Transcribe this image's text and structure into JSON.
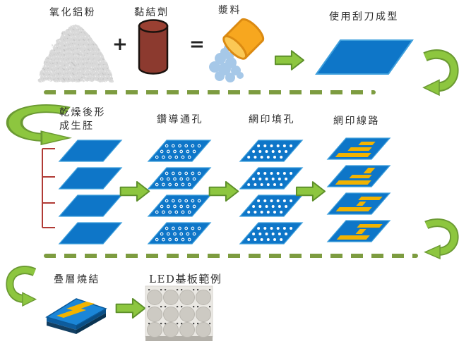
{
  "colors": {
    "sheet_blue": "#0e76c8",
    "sheet_edge": "#3e9fdc",
    "arrow_fill": "#8dc63f",
    "arrow_edge": "#5d8f2a",
    "curve_fill": "#8dc63f",
    "curve_edge": "#6b9a33",
    "dash_green": "#7d9c40",
    "bracket_red": "#b03a35",
    "binder_red": "#8c3a2f",
    "cup_orange": "#f7a71f",
    "slurry_blue": "#a6c8e8",
    "trace_yellow": "#f2b300",
    "powder_gray": "#d9d9d9",
    "label_ink": "#2e2e2e"
  },
  "row1": {
    "powder_label": "氧化鋁粉",
    "plus_sign": "+",
    "binder_label": "黏結劑",
    "equals_sign": "=",
    "slurry_label": "漿料",
    "forming_label": "使用刮刀成型"
  },
  "row2": {
    "greenbody_label_line1": "乾燥後形",
    "greenbody_label_line2": "成生胚",
    "drill_label": "鑽導通孔",
    "fill_label": "網印填孔",
    "circuit_label": "網印線路"
  },
  "row3": {
    "stack_sinter_label": "叠層燒結",
    "led_example_label": "LED基板範例"
  }
}
